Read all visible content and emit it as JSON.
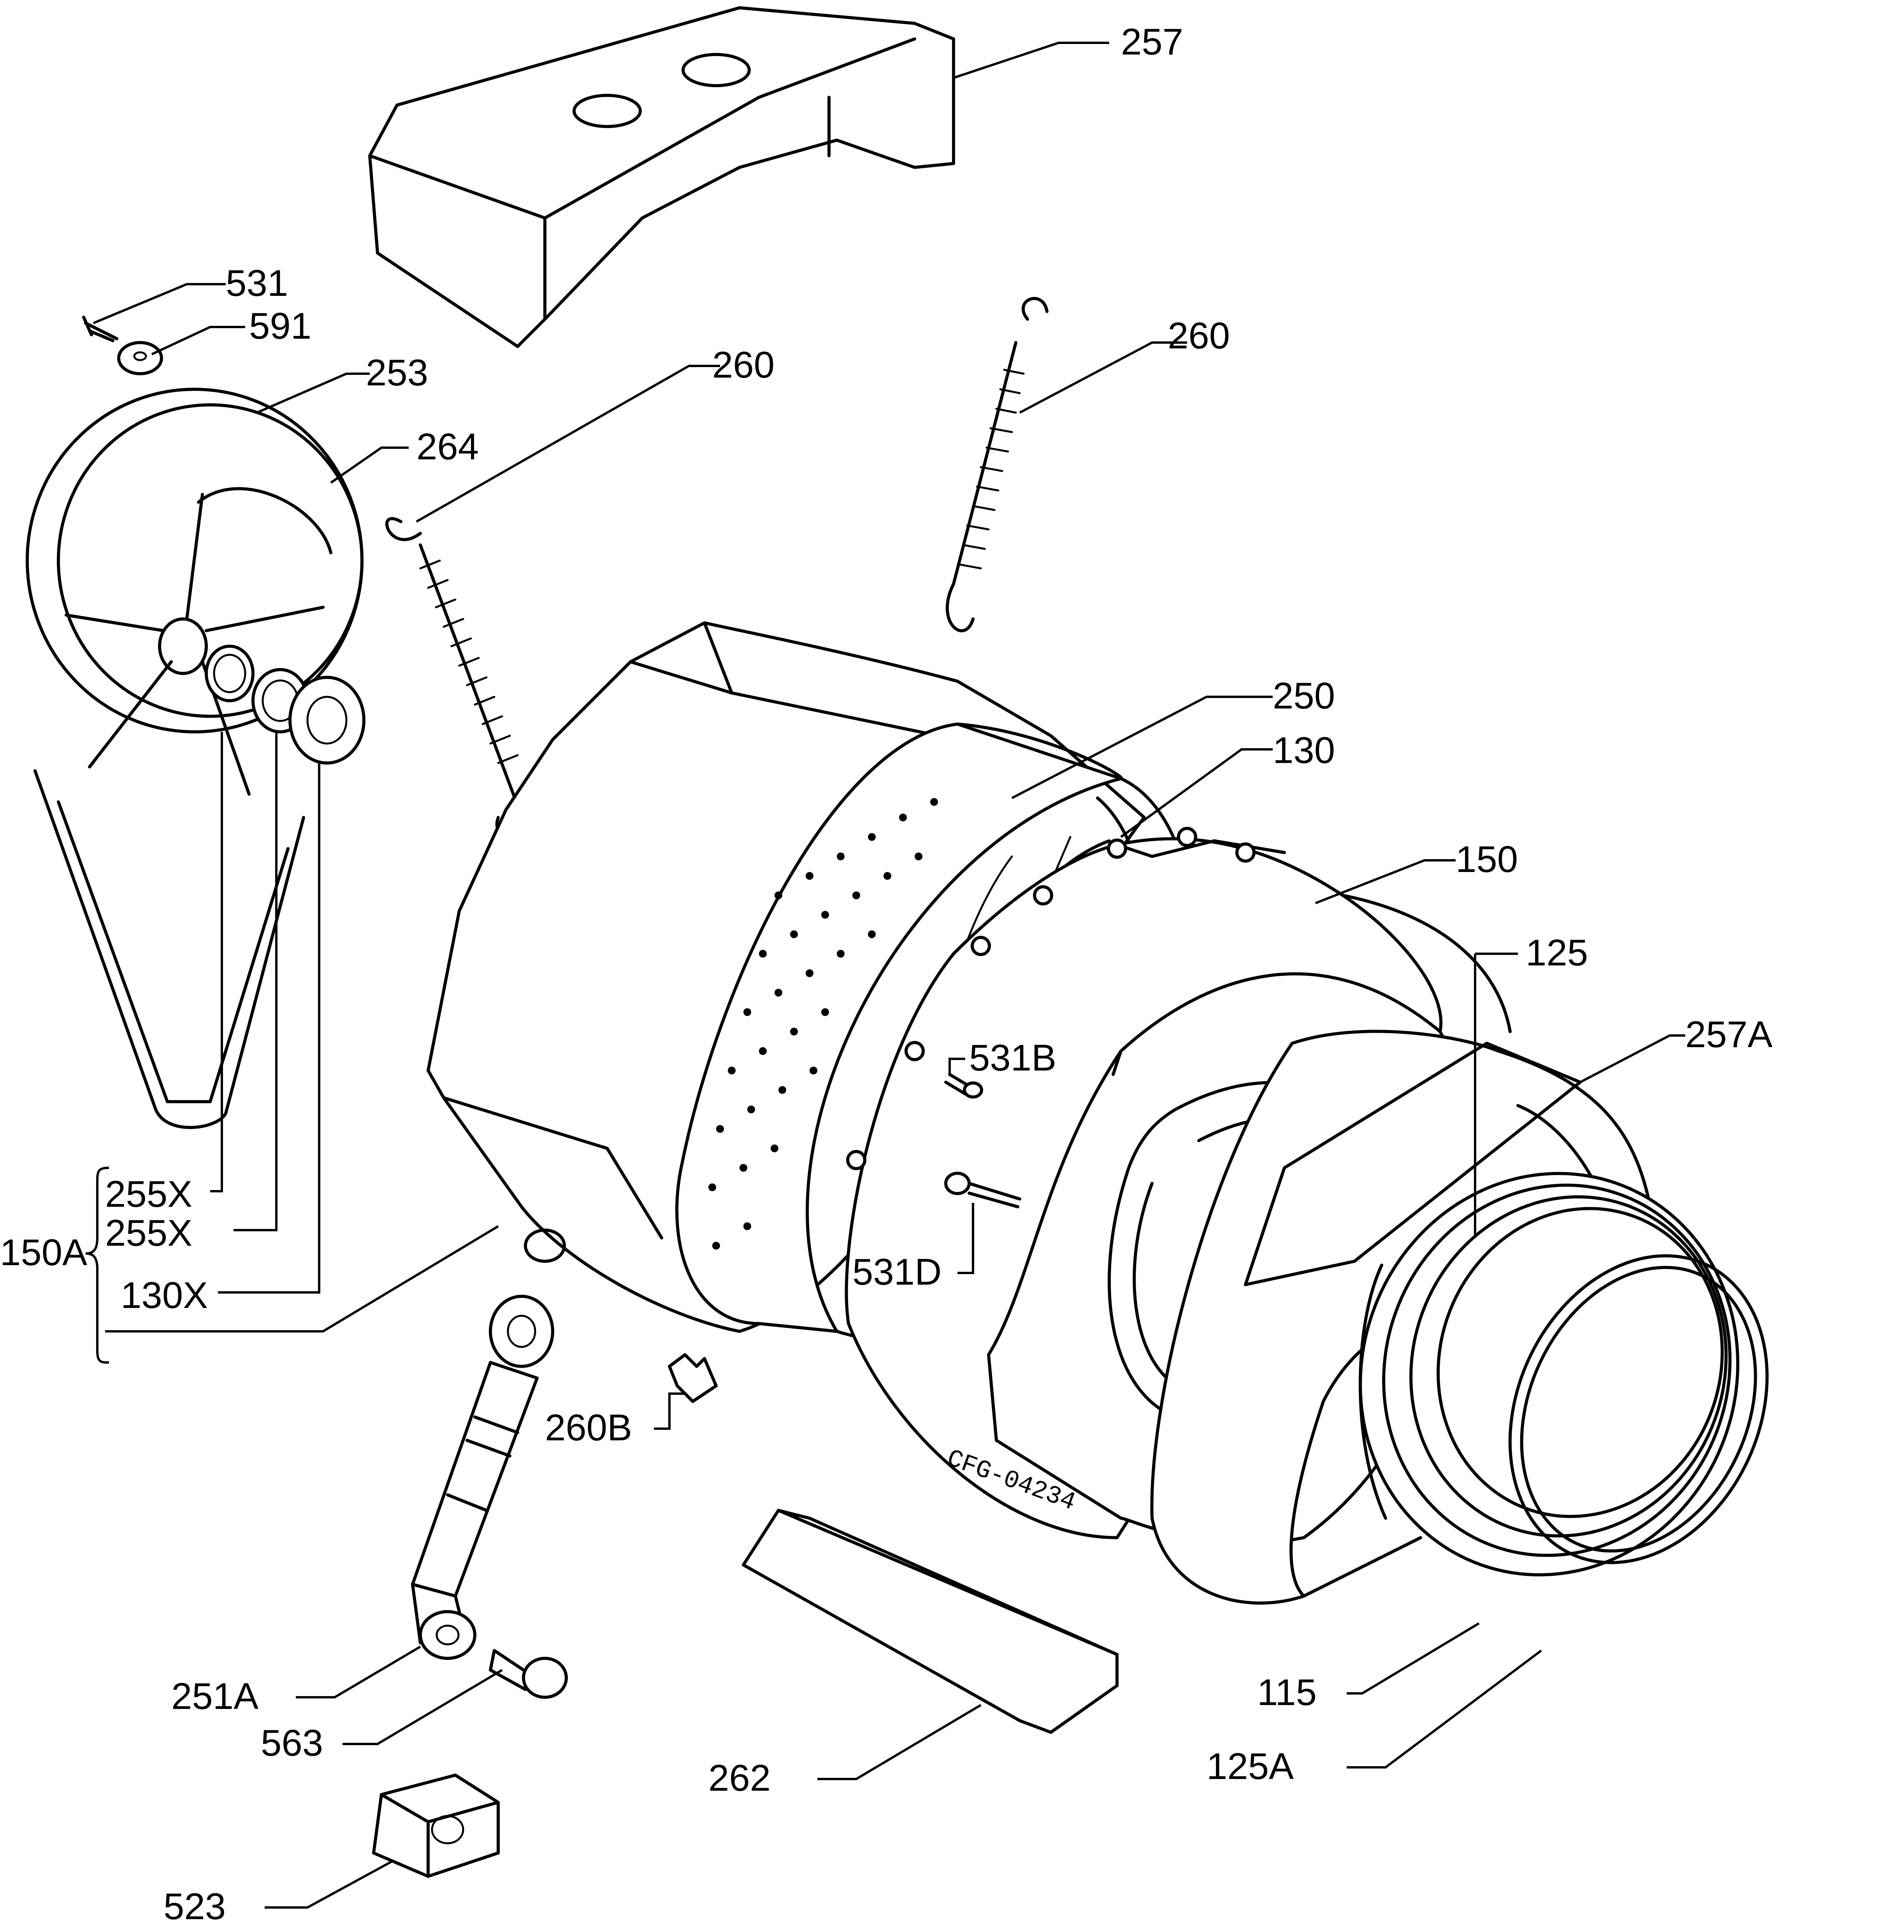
{
  "diagram": {
    "drawing_code": "CFG-04234",
    "labels": {
      "p257": "257",
      "p260_right": "260",
      "p260_left": "260",
      "p531": "531",
      "p591": "591",
      "p253": "253",
      "p264": "264",
      "p250": "250",
      "p130": "130",
      "p150": "150",
      "p125": "125",
      "p257A": "257A",
      "p531B": "531B",
      "p531D": "531D",
      "p255X_a": "255X",
      "p255X_b": "255X",
      "p150A": "150A",
      "p130X": "130X",
      "p260B": "260B",
      "p251A": "251A",
      "p563": "563",
      "p262": "262",
      "p523": "523",
      "p115": "115",
      "p125A": "125A"
    }
  },
  "colors": {
    "line": "#000000",
    "background": "#ffffff"
  }
}
